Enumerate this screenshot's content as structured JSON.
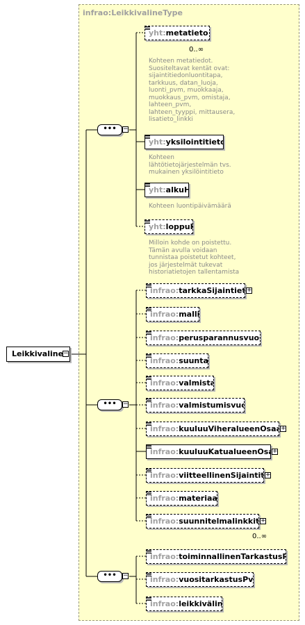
{
  "type_title": "infrao:LeikkivalineType",
  "root": {
    "label": "Leikkivaline",
    "collapse_icon": "minus-box-icon"
  },
  "occurrence_labels": {
    "metatieto": "0..∞",
    "suunnitelmalinkkitieto": "0..∞"
  },
  "group1": {
    "compositor": "sequence",
    "elements": [
      {
        "ns": "yht:",
        "name": "metatieto",
        "optional": true,
        "description": "Kohteen metatiedot.\nSuositeltavat kentät ovat:\nsijaintitiedonluontitapa,\ntarkkuus, datan_luoja,\nluonti_pvm, muokkaaja,\nmuokkaus_pvm, omistaja,\nlahteen_pvm,\nlahteen_tyyppi, mittausera,\nlisatieto_linkki"
      },
      {
        "ns": "yht:",
        "name": "yksilointitieto",
        "optional": false,
        "description": "Kohteen\nlähtötietojärjestelmän tvs.\nmukainen yksilöintitieto"
      },
      {
        "ns": "yht:",
        "name": "alkuHetki",
        "optional": false,
        "description": "Kohteen luontipäivämäärä"
      },
      {
        "ns": "yht:",
        "name": "loppuHetki",
        "optional": true,
        "description": "Milloin kohde on poistettu.\nTämän avulla voidaan\ntunnistaa poistetut kohteet,\njos järjestelmät tukevat\nhistoriatietojen tallentamista"
      }
    ]
  },
  "group2": {
    "compositor": "sequence",
    "elements": [
      {
        "ns": "infrao:",
        "name": "tarkkaSijaintieto",
        "optional": true,
        "expand": true
      },
      {
        "ns": "infrao:",
        "name": "malli",
        "optional": true,
        "expand": false
      },
      {
        "ns": "infrao:",
        "name": "perusparannusvuosi",
        "optional": true,
        "expand": false
      },
      {
        "ns": "infrao:",
        "name": "suunta",
        "optional": true,
        "expand": false
      },
      {
        "ns": "infrao:",
        "name": "valmistaja",
        "optional": true,
        "expand": false
      },
      {
        "ns": "infrao:",
        "name": "valmistumisvuosi",
        "optional": true,
        "expand": false
      },
      {
        "ns": "infrao:",
        "name": "kuuluuViheralueenOsaan",
        "optional": true,
        "expand": true
      },
      {
        "ns": "infrao:",
        "name": "kuuluuKatualueenOsaan",
        "optional": false,
        "expand": true
      },
      {
        "ns": "infrao:",
        "name": "viitteellinenSijaintitieto",
        "optional": true,
        "expand": true
      },
      {
        "ns": "infrao:",
        "name": "materiaali",
        "optional": true,
        "expand": false
      },
      {
        "ns": "infrao:",
        "name": "suunnitelmalinkkitieto",
        "optional": true,
        "expand": true
      }
    ]
  },
  "group3": {
    "compositor": "sequence",
    "elements": [
      {
        "ns": "infrao:",
        "name": "toiminnallinenTarkastusP...",
        "optional": true,
        "expand": false
      },
      {
        "ns": "infrao:",
        "name": "vuositarkastusPvm",
        "optional": true,
        "expand": false
      },
      {
        "ns": "infrao:",
        "name": "leikkiväline",
        "optional": true,
        "expand": false
      }
    ]
  },
  "colors": {
    "type_background": "#ffffcc",
    "namespace_text": "#a0a0a0",
    "description_text": "#8a8a8a"
  }
}
